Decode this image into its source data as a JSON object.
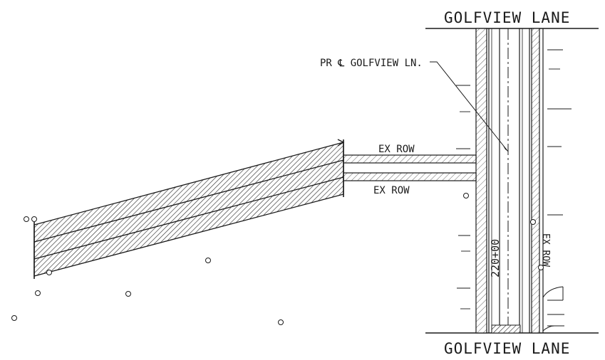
{
  "labels": {
    "top_street": "GOLFVIEW LANE",
    "bottom_street": "GOLFVIEW LANE",
    "centerline": "PR ℄ GOLFVIEW LN.",
    "ex_row_upper": "EX ROW",
    "ex_row_lower": "EX ROW",
    "ex_row_right": "EX ROW",
    "station": "220+00"
  },
  "colors": {
    "line": "#1a1a1a",
    "hatch": "#333333",
    "background": "#ffffff"
  },
  "markers": {
    "symbol": "survey-point-circle",
    "count": 11
  }
}
